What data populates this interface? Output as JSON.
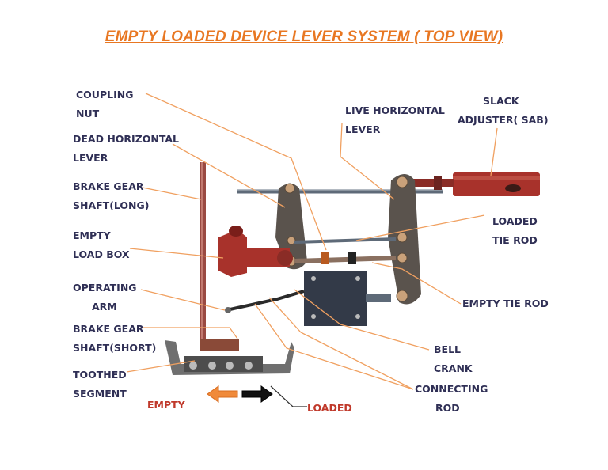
{
  "title": "EMPTY LOADED DEVICE LEVER SYSTEM ( TOP VIEW)",
  "labels": {
    "coupling_nut_1": "COUPLING",
    "coupling_nut_2": "NUT",
    "dead_lever_1": "DEAD HORIZONTAL",
    "dead_lever_2": "LEVER",
    "shaft_long_1": "BRAKE GEAR",
    "shaft_long_2": "SHAFT(LONG)",
    "load_box_1": "EMPTY",
    "load_box_2": "LOAD BOX",
    "op_arm_1": "OPERATING",
    "op_arm_2": "ARM",
    "shaft_short_1": "BRAKE GEAR",
    "shaft_short_2": "SHAFT(SHORT)",
    "toothed_1": "TOOTHED",
    "toothed_2": "SEGMENT",
    "empty": "EMPTY",
    "loaded": "LOADED",
    "live_lever_1": "LIVE HORIZONTAL",
    "live_lever_2": "LEVER",
    "slack_1": "SLACK",
    "slack_2": "ADJUSTER( SAB)",
    "loaded_tie_1": "LOADED",
    "loaded_tie_2": "TIE ROD",
    "empty_tie": "EMPTY TIE ROD",
    "bell_1": "BELL",
    "bell_2": "CRANK",
    "conn_1": "CONNECTING",
    "conn_2": "ROD"
  },
  "colors": {
    "title": "#e87722",
    "label": "#2f2f55",
    "leader": "#f0a060",
    "empty_arrow": "#f08a3a",
    "loaded_arrow": "#111111",
    "metal": "#6e6a66",
    "red_part": "#a8322b"
  }
}
